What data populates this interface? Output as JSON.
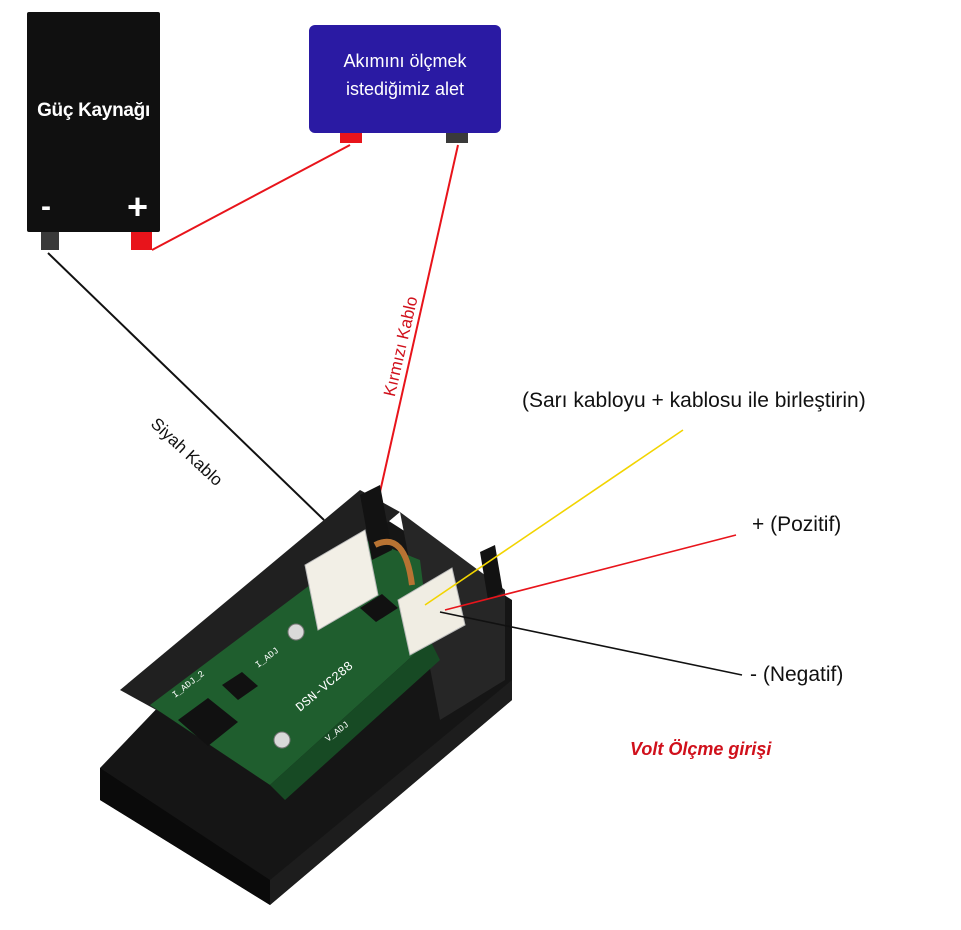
{
  "power_supply": {
    "title": "Güç Kaynağı",
    "minus_sign": "-",
    "plus_sign": "+"
  },
  "device": {
    "label_line1": "Akımını ölçmek",
    "label_line2": "istediğimiz alet"
  },
  "wires": {
    "black_label": "Siyah Kablo",
    "red_label": "Kırmızı Kablo"
  },
  "annotations": {
    "yellow_wire": "(Sarı kabloyu + kablosu ile birleştirin)",
    "positive": "+ (Pozitif)",
    "negative": "- (Negatif)",
    "volt_input": "Volt Ölçme girişi"
  },
  "board": {
    "silkscreen_model": "DSN-VC288",
    "silkscreen_i_adj1": "I_ADJ",
    "silkscreen_i_adj2": "I_ADJ_2",
    "silkscreen_v_adj": "V_ADJ"
  },
  "colors": {
    "device_box": "#2a1aa3",
    "red_wire": "#e8141b",
    "black_wire": "#111111",
    "yellow_wire": "#f2d400",
    "pcb_green": "#1f5e2e",
    "volt_label": "#d0101b"
  }
}
